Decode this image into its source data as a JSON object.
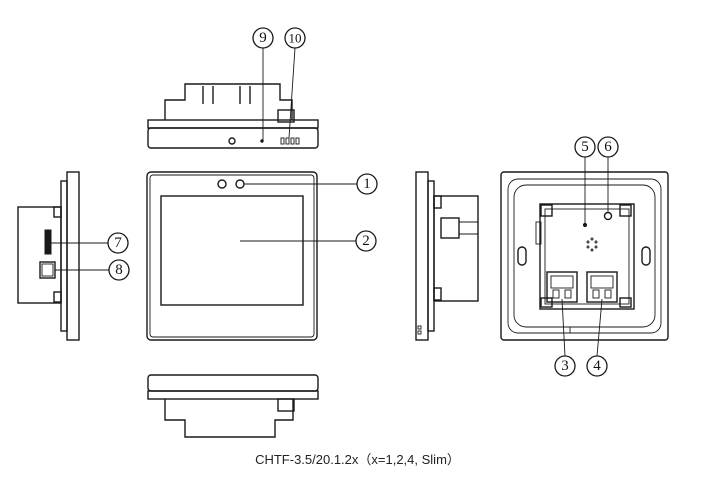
{
  "caption": "CHTF-3.5/20.1.2x（x=1,2,4, Slim）",
  "callouts": {
    "c1": "1",
    "c2": "2",
    "c3": "3",
    "c4": "4",
    "c5": "5",
    "c6": "6",
    "c7": "7",
    "c8": "8",
    "c9": "9",
    "c10": "10"
  }
}
